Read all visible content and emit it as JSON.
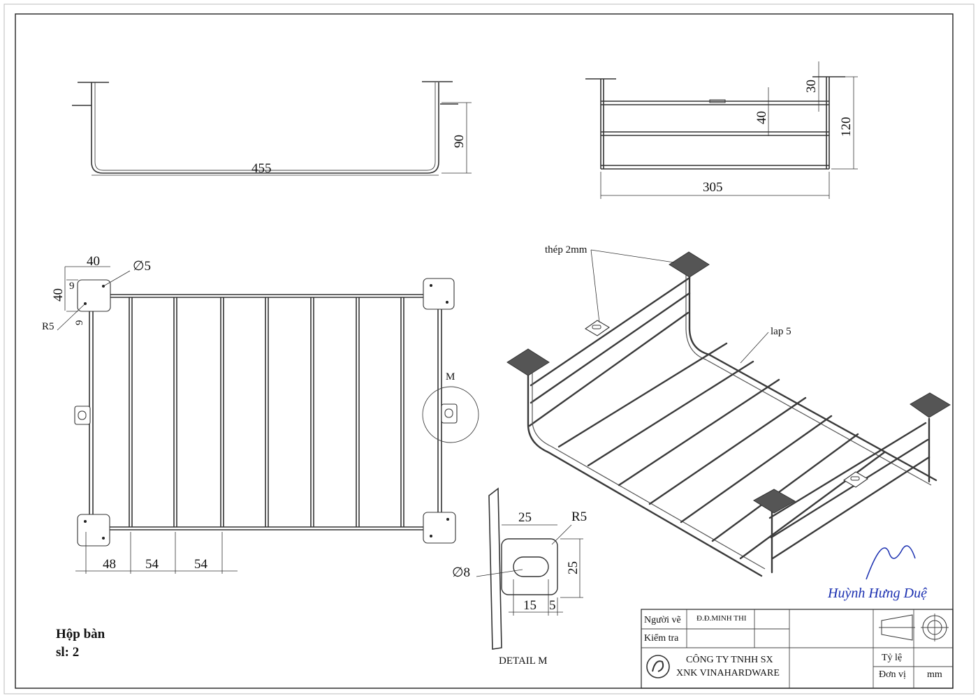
{
  "views": {
    "front": {
      "width_dim": "455",
      "height_dim": "90"
    },
    "side": {
      "width_dim": "305",
      "height_dim": "120",
      "spacing_dim": "40",
      "top_dim": "30"
    },
    "plan": {
      "plate_width_dim": "40",
      "plate_height_dim": "40",
      "hole_dim": "∅5",
      "radius_dim": "R5",
      "offset_x_dim": "9",
      "offset_y_dim": "9",
      "spacing_first_dim": "48",
      "spacing_dim_a": "54",
      "spacing_dim_b": "54",
      "detail_marker": "M"
    },
    "iso": {
      "material_note": "thép 2mm",
      "wire_note": "lap 5"
    },
    "detail": {
      "width_dim": "25",
      "radius_dim": "R5",
      "height_dim": "25",
      "slot_dim": "∅8",
      "slot_len_dim": "15",
      "edge_dim": "5",
      "caption": "DETAIL M"
    }
  },
  "part": {
    "name": "Hộp bàn",
    "quantity": "sl: 2"
  },
  "signature": {
    "name": "Huỳnh Hưng Duệ"
  },
  "title_block": {
    "drawn_by_label": "Người vẽ",
    "drawn_by_value": "Đ.Đ.MINH THI",
    "checked_by_label": "Kiểm tra",
    "company_line1": "CÔNG TY TNHH SX",
    "company_line2": "XNK VINAHARDWARE",
    "scale_label": "Tỷ lệ",
    "unit_label": "Đơn vị",
    "unit_value": "mm"
  },
  "colors": {
    "line": "#333333",
    "plate_fill": "#555555",
    "signature": "#1a2fb0"
  }
}
